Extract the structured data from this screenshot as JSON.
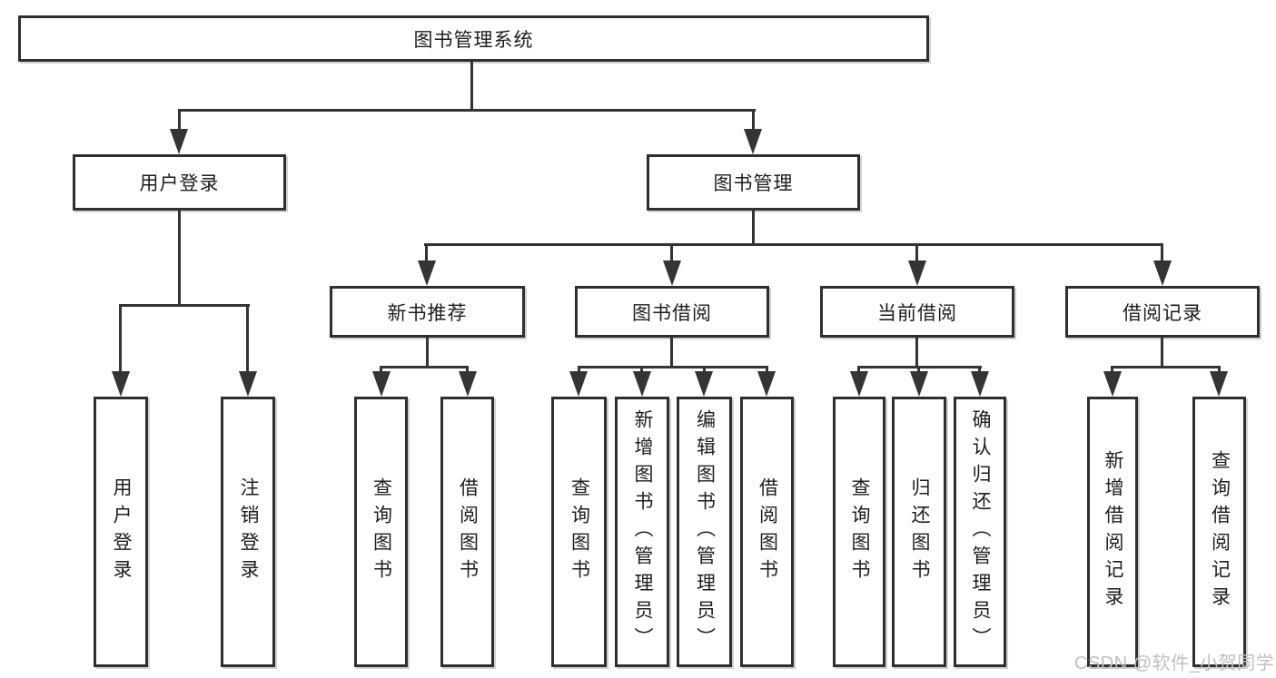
{
  "colors": {
    "background": "#ffffff",
    "line": "#343434",
    "box_border": "#2f2f2f",
    "text": "#1d1d1d",
    "watermark": "#c0c0c0"
  },
  "watermark": {
    "text": "CSDN @软件_小贺同学"
  },
  "diagram": {
    "type": "tree",
    "root": {
      "label": "图书管理系统"
    },
    "branches": [
      {
        "label": "用户登录",
        "children": [
          {
            "label": "用户登录"
          },
          {
            "label": "注销登录"
          }
        ]
      },
      {
        "label": "图书管理",
        "children": [
          {
            "label": "新书推荐",
            "children": [
              {
                "label": "查询图书"
              },
              {
                "label": "借阅图书"
              }
            ]
          },
          {
            "label": "图书借阅",
            "children": [
              {
                "label": "查询图书"
              },
              {
                "label": "新增图书（管理员）"
              },
              {
                "label": "编辑图书（管理员）"
              },
              {
                "label": "借阅图书"
              }
            ]
          },
          {
            "label": "当前借阅",
            "children": [
              {
                "label": "查询图书"
              },
              {
                "label": "归还图书"
              },
              {
                "label": "确认归还（管理员）"
              }
            ]
          },
          {
            "label": "借阅记录",
            "children": [
              {
                "label": "新增借阅记录"
              },
              {
                "label": "查询借阅记录"
              }
            ]
          }
        ]
      }
    ]
  }
}
